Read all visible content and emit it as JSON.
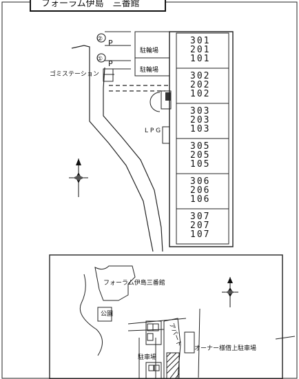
{
  "title": "フォーラム伊島　三番館",
  "parking_spaces": [
    "②",
    "①"
  ],
  "parking_mark": "P",
  "bicycle_parking": [
    "駐輪場",
    "駐輪場"
  ],
  "garbage_station": "ゴミステーション",
  "lpg": "L P G",
  "units": [
    [
      "301",
      "201",
      "101"
    ],
    [
      "302",
      "202",
      "102"
    ],
    [
      "303",
      "203",
      "103"
    ],
    [
      "305",
      "205",
      "105"
    ],
    [
      "306",
      "206",
      "106"
    ],
    [
      "307",
      "207",
      "107"
    ]
  ],
  "inset_map": {
    "building": "フォーラム伊島三番館",
    "park": "公園",
    "parking_lot": "駐車場",
    "apartment": "アパート",
    "owner_parking": "オーナー様借上駐車場"
  }
}
